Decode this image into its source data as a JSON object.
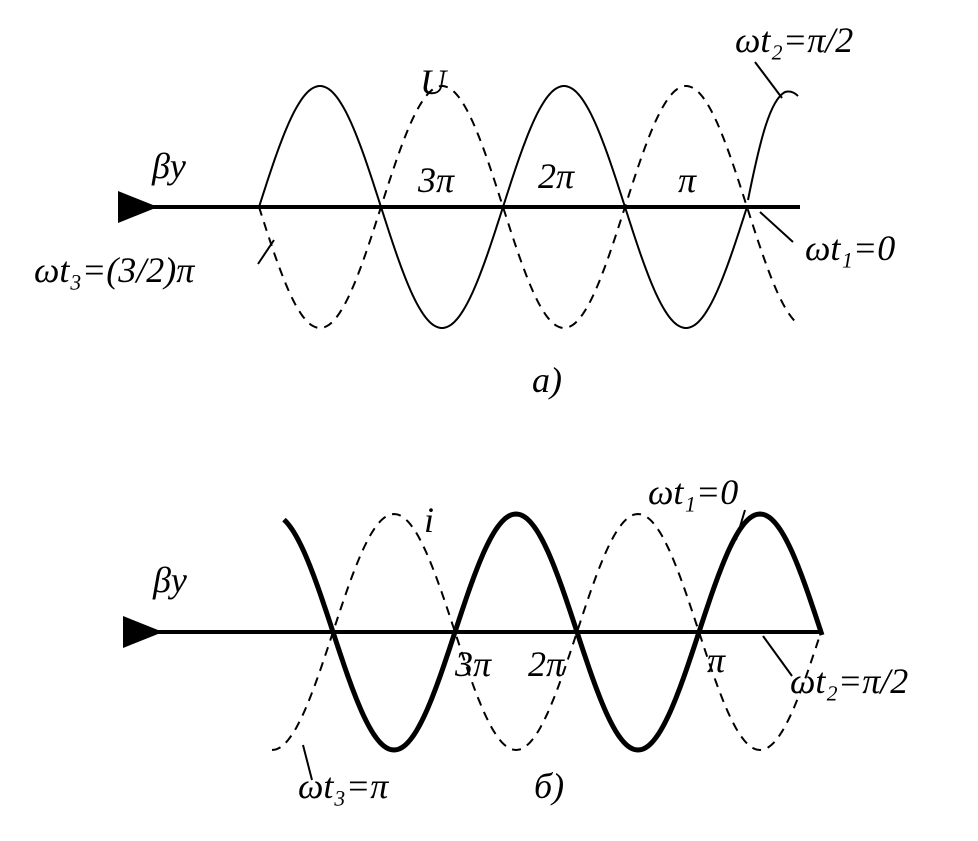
{
  "panel_a": {
    "caption": "а)",
    "wave_label": "U",
    "axis_label": "βy",
    "phase_labels": [
      "3π",
      "2π",
      "π"
    ],
    "t1": "ωt₁=0",
    "t2": "ωt₂=π/2",
    "t3": "ωt₃=(3/2)π"
  },
  "panel_b": {
    "caption": "б)",
    "wave_label": "i",
    "axis_label": "βy",
    "phase_labels": [
      "3π",
      "2π",
      "π"
    ],
    "t1": "ωt₁=0",
    "t2": "ωt₂=π/2",
    "t3": "ωt₃=π"
  }
}
